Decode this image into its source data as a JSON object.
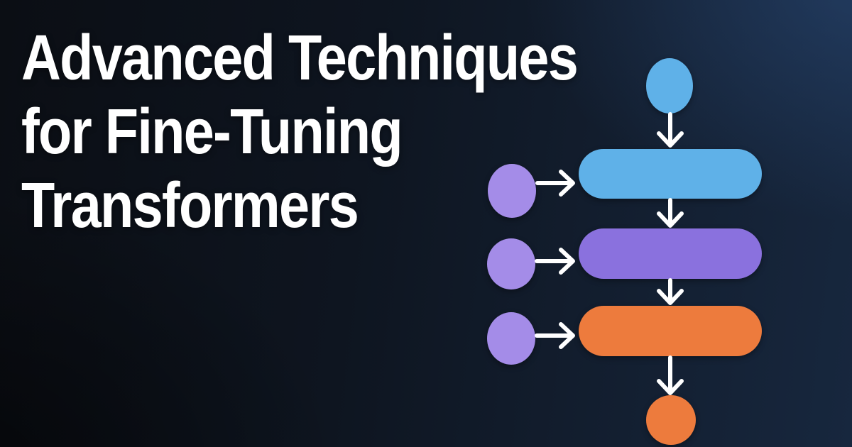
{
  "title": {
    "lines": [
      "Advanced Techniques",
      "for Fine-Tuning",
      "Transformers"
    ],
    "text": "Advanced Techniques for Fine-Tuning Transformers"
  },
  "colors": {
    "title": "#ffffff",
    "bg_left": "#0b0e14",
    "bg_mid": "#0e1520",
    "bg_right": "#17273e",
    "node_blue": "#5FB1E8",
    "node_purple": "#8A71DE",
    "node_purple_light": "#A48CE8",
    "node_orange": "#ED7B3D",
    "arrow": "#FFFFFF"
  },
  "diagram": {
    "name": "fine-tuning-pipeline-flowchart",
    "nodes": [
      {
        "id": "start-node",
        "shape": "ellipse",
        "color_ref": "node_blue"
      },
      {
        "id": "stage-1-node",
        "shape": "pill",
        "color_ref": "node_blue"
      },
      {
        "id": "stage-2-node",
        "shape": "pill",
        "color_ref": "node_purple"
      },
      {
        "id": "stage-3-node",
        "shape": "pill",
        "color_ref": "node_orange"
      },
      {
        "id": "end-node",
        "shape": "circle",
        "color_ref": "node_orange"
      },
      {
        "id": "input-1-node",
        "shape": "circle",
        "color_ref": "node_purple_light"
      },
      {
        "id": "input-2-node",
        "shape": "circle",
        "color_ref": "node_purple_light"
      },
      {
        "id": "input-3-node",
        "shape": "circle",
        "color_ref": "node_purple_light"
      }
    ],
    "edges": [
      {
        "from": "start-node",
        "to": "stage-1-node"
      },
      {
        "from": "stage-1-node",
        "to": "stage-2-node"
      },
      {
        "from": "stage-2-node",
        "to": "stage-3-node"
      },
      {
        "from": "stage-3-node",
        "to": "end-node"
      },
      {
        "from": "input-1-node",
        "to": "stage-1-node"
      },
      {
        "from": "input-2-node",
        "to": "stage-2-node"
      },
      {
        "from": "input-3-node",
        "to": "stage-3-node"
      }
    ]
  }
}
